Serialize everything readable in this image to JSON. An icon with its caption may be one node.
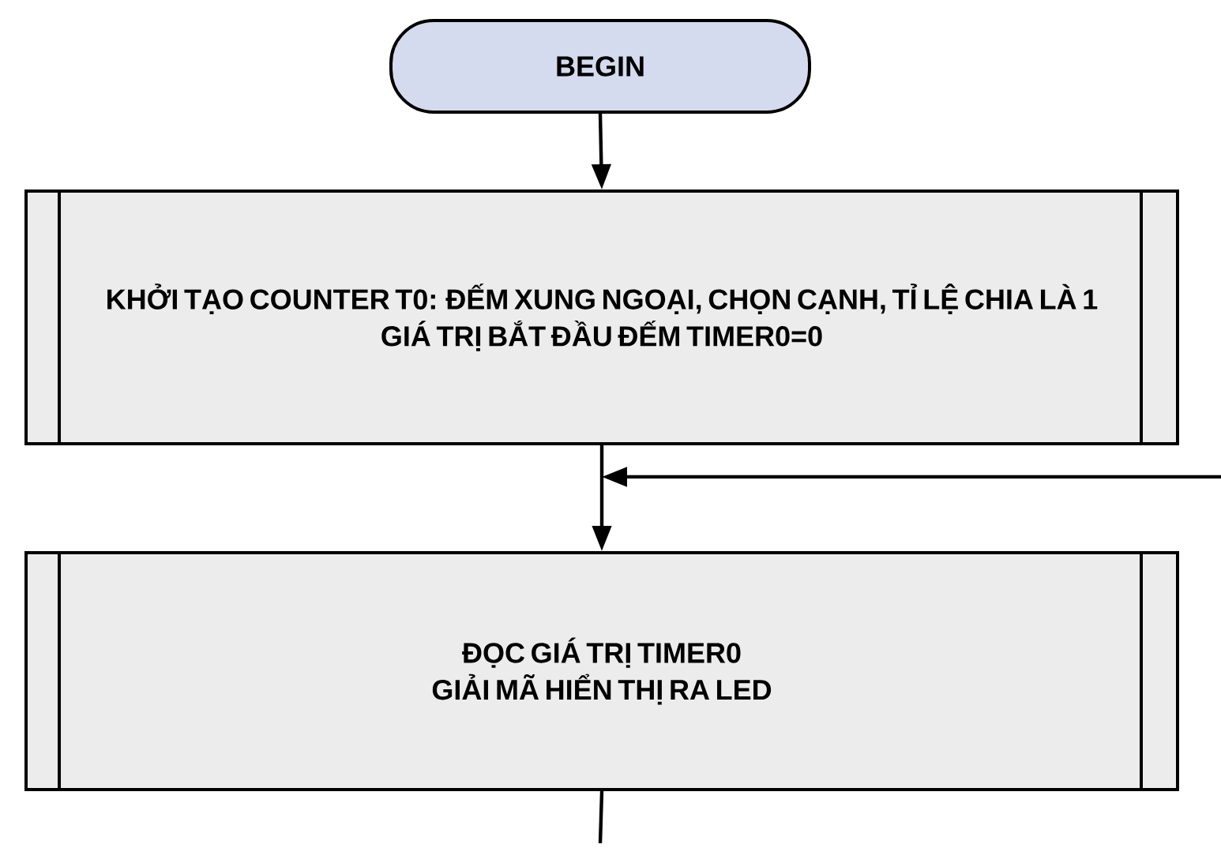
{
  "diagram": {
    "nodes": [
      {
        "text": [
          "BEGIN"
        ]
      },
      {
        "text": [
          "KHỞI TẠO COUNTER T0: ĐẾM XUNG NGOẠI, CHỌN CẠNH, TỈ LỆ CHIA LÀ 1",
          "GIÁ TRỊ BẮT ĐẦU ĐẾM TIMER0=0"
        ]
      },
      {
        "text": [
          "ĐỌC GIÁ TRỊ TIMER0",
          "GIẢI MÃ HIỂN THỊ RA LED"
        ]
      }
    ],
    "edges": [
      {
        "from": 0,
        "to": 1,
        "arrow": "to"
      },
      {
        "from": 1,
        "to": 2,
        "arrow": "to"
      },
      {
        "from": null,
        "to": 2,
        "arrow": "to"
      },
      {
        "from": 2,
        "to": null,
        "arrow": "none"
      }
    ]
  }
}
